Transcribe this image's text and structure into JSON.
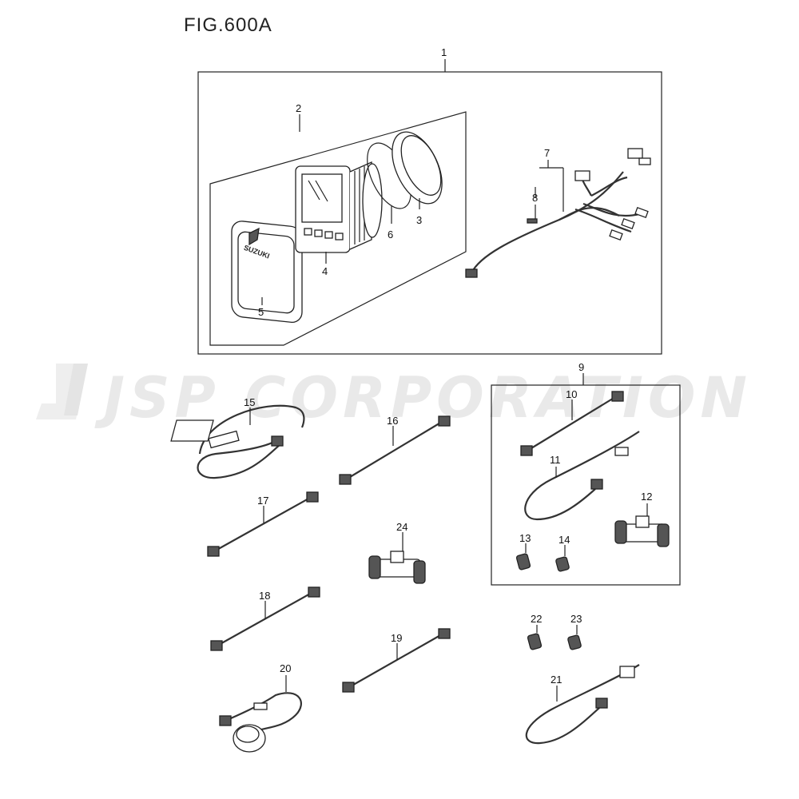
{
  "figure": {
    "title": "FIG.600A"
  },
  "watermark": {
    "text": "JSP CORPORATION"
  },
  "callouts": {
    "c1": "1",
    "c2": "2",
    "c3": "3",
    "c4": "4",
    "c5": "5",
    "c6": "6",
    "c7": "7",
    "c8": "8",
    "c9": "9",
    "c10": "10",
    "c11": "11",
    "c12": "12",
    "c13": "13",
    "c14": "14",
    "c15": "15",
    "c16": "16",
    "c17": "17",
    "c18": "18",
    "c19": "19",
    "c20": "20",
    "c21": "21",
    "c22": "22",
    "c23": "23",
    "c24": "24"
  },
  "gauge_logo": {
    "text": "SUZUKI"
  }
}
